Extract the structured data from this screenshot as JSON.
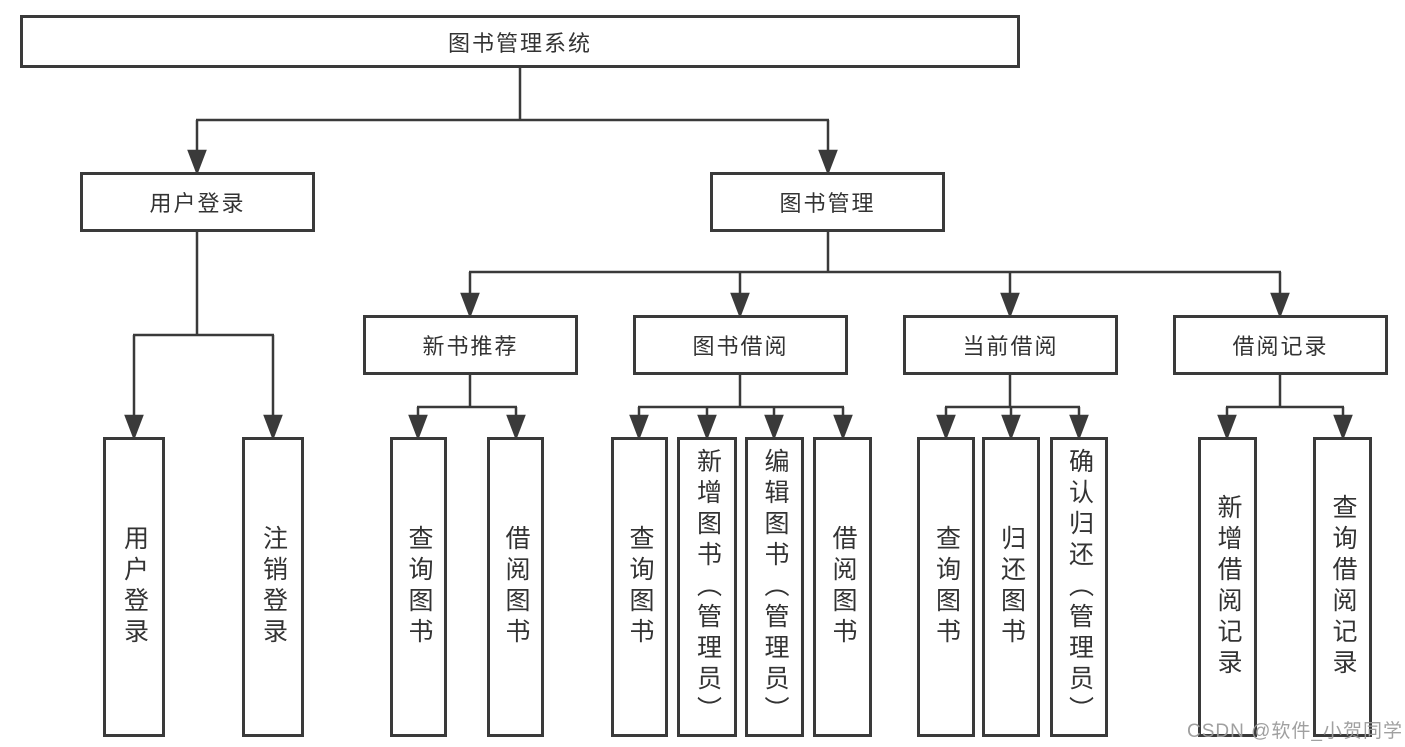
{
  "diagram": {
    "watermark": "CSDN @软件_小贺同学",
    "colors": {
      "line": "#3a3a3a",
      "text": "#333333",
      "box_background": "#ffffff",
      "watermark": "#9b9b9b"
    },
    "root": {
      "label": "图书管理系统",
      "children": [
        {
          "label": "用户登录",
          "children": [
            {
              "label": "用户登录"
            },
            {
              "label": "注销登录"
            }
          ]
        },
        {
          "label": "图书管理",
          "children": [
            {
              "label": "新书推荐",
              "children": [
                {
                  "label": "查询图书"
                },
                {
                  "label": "借阅图书"
                }
              ]
            },
            {
              "label": "图书借阅",
              "children": [
                {
                  "label": "查询图书"
                },
                {
                  "label": "新增图书（管理员）"
                },
                {
                  "label": "编辑图书（管理员）"
                },
                {
                  "label": "借阅图书"
                }
              ]
            },
            {
              "label": "当前借阅",
              "children": [
                {
                  "label": "查询图书"
                },
                {
                  "label": "归还图书"
                },
                {
                  "label": "确认归还（管理员）"
                }
              ]
            },
            {
              "label": "借阅记录",
              "children": [
                {
                  "label": "新增借阅记录"
                },
                {
                  "label": "查询借阅记录"
                }
              ]
            }
          ]
        }
      ]
    }
  }
}
